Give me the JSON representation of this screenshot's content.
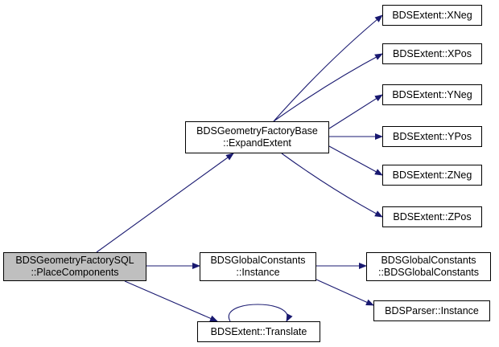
{
  "colors": {
    "edge": "#191970",
    "node_border": "#000000",
    "current_fill": "#bfbfbf",
    "background": "#ffffff"
  },
  "nodes": {
    "place_components": {
      "line1": "BDSGeometryFactorySQL",
      "line2": "::PlaceComponents"
    },
    "expand_extent": {
      "line1": "BDSGeometryFactoryBase",
      "line2": "::ExpandExtent"
    },
    "xneg": {
      "label": "BDSExtent::XNeg"
    },
    "xpos": {
      "label": "BDSExtent::XPos"
    },
    "yneg": {
      "label": "BDSExtent::YNeg"
    },
    "ypos": {
      "label": "BDSExtent::YPos"
    },
    "zneg": {
      "label": "BDSExtent::ZNeg"
    },
    "zpos": {
      "label": "BDSExtent::ZPos"
    },
    "global_instance": {
      "line1": "BDSGlobalConstants",
      "line2": "::Instance"
    },
    "global_ctor": {
      "line1": "BDSGlobalConstants",
      "line2": "::BDSGlobalConstants"
    },
    "parser_instance": {
      "label": "BDSParser::Instance"
    },
    "translate": {
      "label": "BDSExtent::Translate"
    }
  },
  "edges": [
    [
      "place_components",
      "expand_extent"
    ],
    [
      "place_components",
      "global_instance"
    ],
    [
      "place_components",
      "translate"
    ],
    [
      "expand_extent",
      "xneg"
    ],
    [
      "expand_extent",
      "xpos"
    ],
    [
      "expand_extent",
      "yneg"
    ],
    [
      "expand_extent",
      "ypos"
    ],
    [
      "expand_extent",
      "zneg"
    ],
    [
      "expand_extent",
      "zpos"
    ],
    [
      "global_instance",
      "global_ctor"
    ],
    [
      "global_instance",
      "parser_instance"
    ],
    [
      "translate",
      "translate"
    ]
  ]
}
